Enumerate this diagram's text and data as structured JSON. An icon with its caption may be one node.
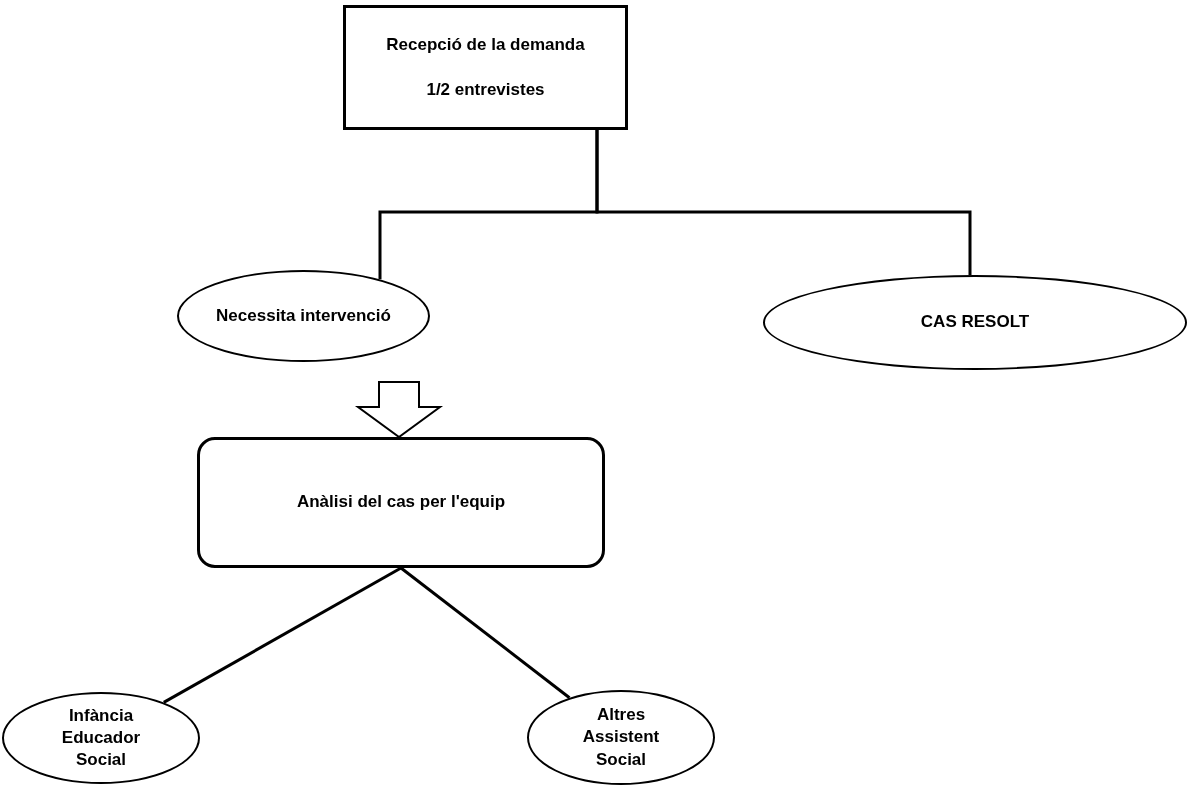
{
  "diagram": {
    "nodes": [
      {
        "text": [
          "Recepció de la demanda",
          "1/2 entrevistes"
        ]
      },
      {
        "text": [
          "Necessita intervenció"
        ]
      },
      {
        "text": [
          "CAS RESOLT"
        ]
      },
      {
        "text": [
          "Anàlisi del cas per l'equip"
        ]
      },
      {
        "text": [
          "Infància Educador Social"
        ]
      },
      {
        "text": [
          "Altres Assistent Social"
        ]
      }
    ],
    "edges": [
      {
        "from": 0,
        "to": 1,
        "arrow": "none"
      },
      {
        "from": 0,
        "to": 2,
        "arrow": "none"
      },
      {
        "from": 1,
        "to": 3,
        "arrow": "to",
        "style": "thick"
      },
      {
        "from": 3,
        "to": 4,
        "arrow": "none"
      },
      {
        "from": 3,
        "to": 5,
        "arrow": "none"
      }
    ]
  }
}
